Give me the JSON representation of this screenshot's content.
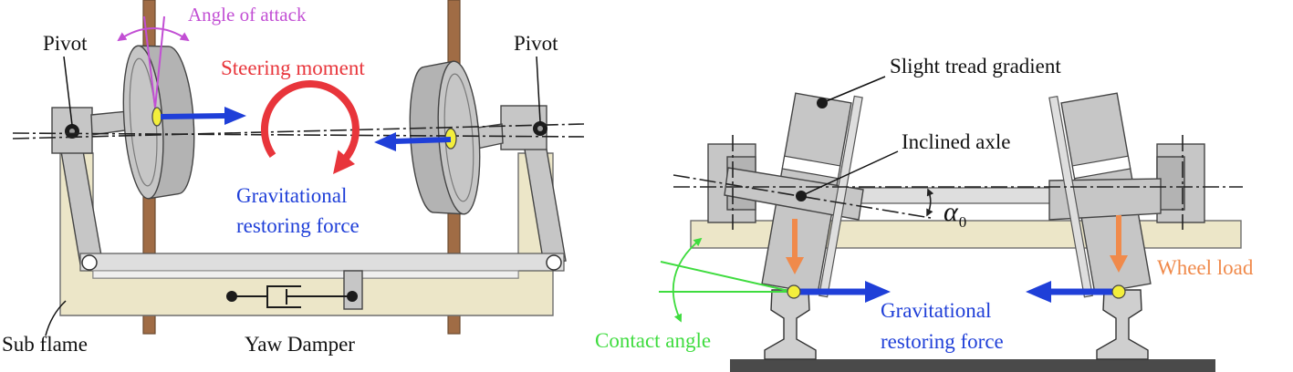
{
  "left_diagram": {
    "angle_of_attack": "Angle of attack",
    "pivot_left": "Pivot",
    "pivot_right": "Pivot",
    "steering_moment": "Steering moment",
    "restoring_force_line1": "Gravitational",
    "restoring_force_line2": "restoring force",
    "yaw_damper": "Yaw Damper",
    "sub_frame": "Sub flame"
  },
  "right_diagram": {
    "slight_tread_gradient": "Slight tread gradient",
    "inclined_axle": "Inclined axle",
    "alpha_symbol": "α",
    "alpha_subscript": "0",
    "wheel_load": "Wheel load",
    "restoring_force_line1": "Gravitational",
    "restoring_force_line2": "restoring force",
    "contact_angle": "Contact angle"
  },
  "colors": {
    "angle_of_attack": "#c24fd4",
    "steering_moment": "#e8353b",
    "restoring_force": "#1f3fd8",
    "wheel_load": "#f08a4b",
    "contact_angle": "#3fdc3f",
    "rail": "#a06c45",
    "sub_frame": "#ece6c8",
    "component": "#c6c6c6",
    "contact_point": "#f3ee3c",
    "ground": "#4a4a4a"
  }
}
